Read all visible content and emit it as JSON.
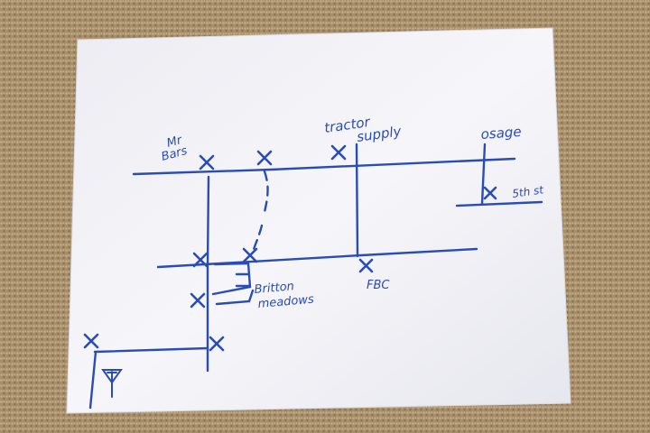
{
  "map": {
    "ink_color": "#2a4db5",
    "paper_color": "#f4f4f8",
    "carpet_color": "#a88f6c",
    "labels": {
      "mr_bars": [
        "Mr",
        "Bars"
      ],
      "tractor_supply": [
        "tractor",
        "supply"
      ],
      "osage": "osage",
      "fifth_st": "5th st",
      "fbc": "FBC",
      "britton_meadows": [
        "Britton",
        "meadows"
      ]
    }
  }
}
